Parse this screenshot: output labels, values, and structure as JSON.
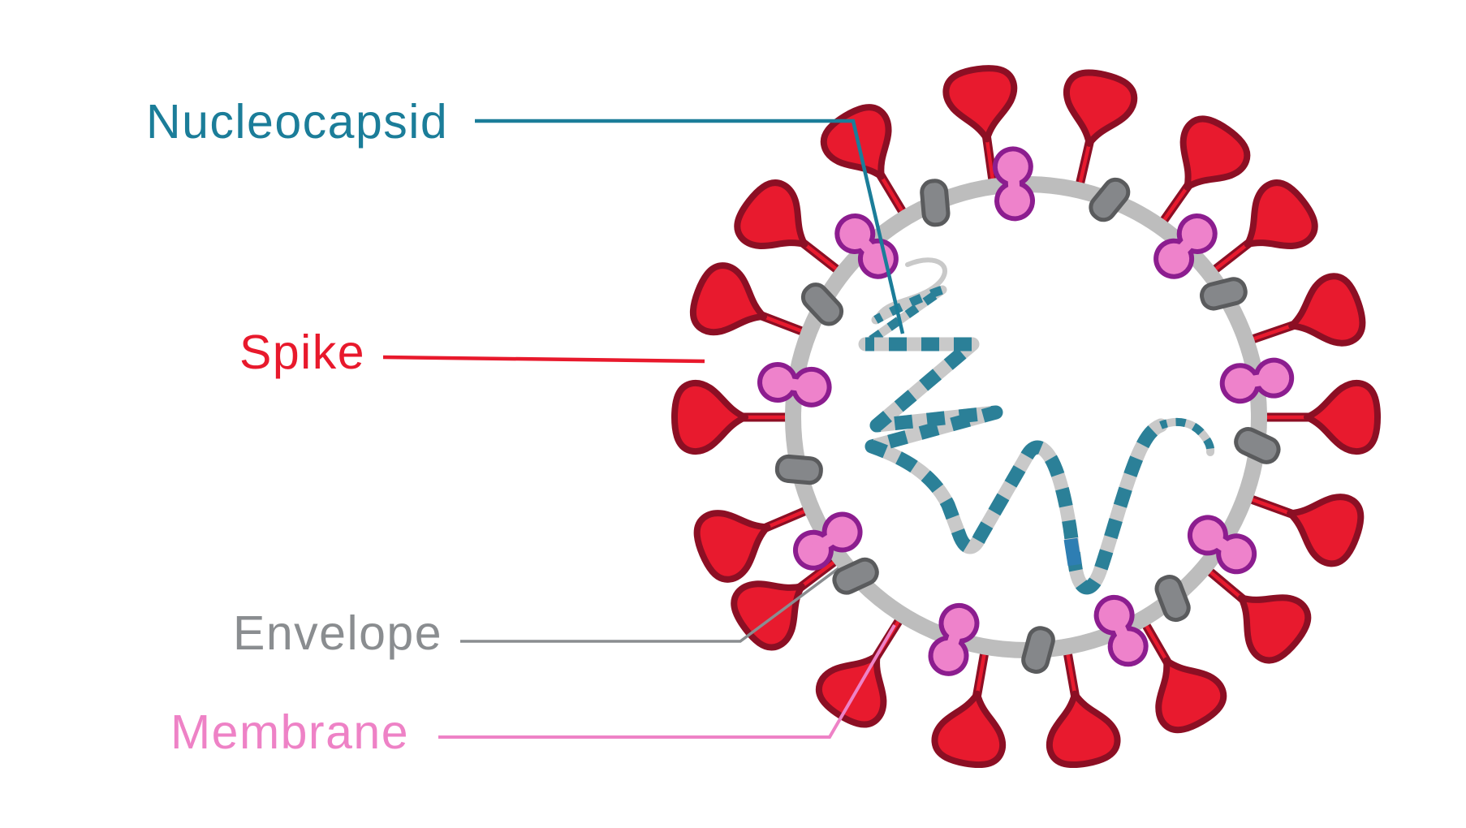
{
  "figure": {
    "title": "Coronavirus virion structure diagram",
    "background": "#ffffff"
  },
  "labels": {
    "nucleocapsid": {
      "text": "Nucleocapsid",
      "color": "#1b7d99"
    },
    "spike": {
      "text": "Spike",
      "color": "#e8192c"
    },
    "envelope": {
      "text": "Envelope",
      "color": "#8a8d90"
    },
    "membrane": {
      "text": "Membrane",
      "color": "#ee82c6"
    }
  },
  "colors": {
    "spike_fill": "#e81a2e",
    "spike_outline": "#8c0f24",
    "envelope_ring": "#bdbdbd",
    "envelope_protein_fill": "#85878a",
    "envelope_protein_outline": "#5a5b5d",
    "membrane_protein_fill": "#ee82cb",
    "membrane_protein_outline": "#8c1d8f",
    "rna_backbone": "#c9c9c9",
    "rna_dashes": "#2b8098",
    "rna_accent_dash": "#2e7eb3"
  },
  "virion": {
    "spike_count": 18,
    "envelope_protein_count": 9,
    "membrane_protein_count": 9
  }
}
